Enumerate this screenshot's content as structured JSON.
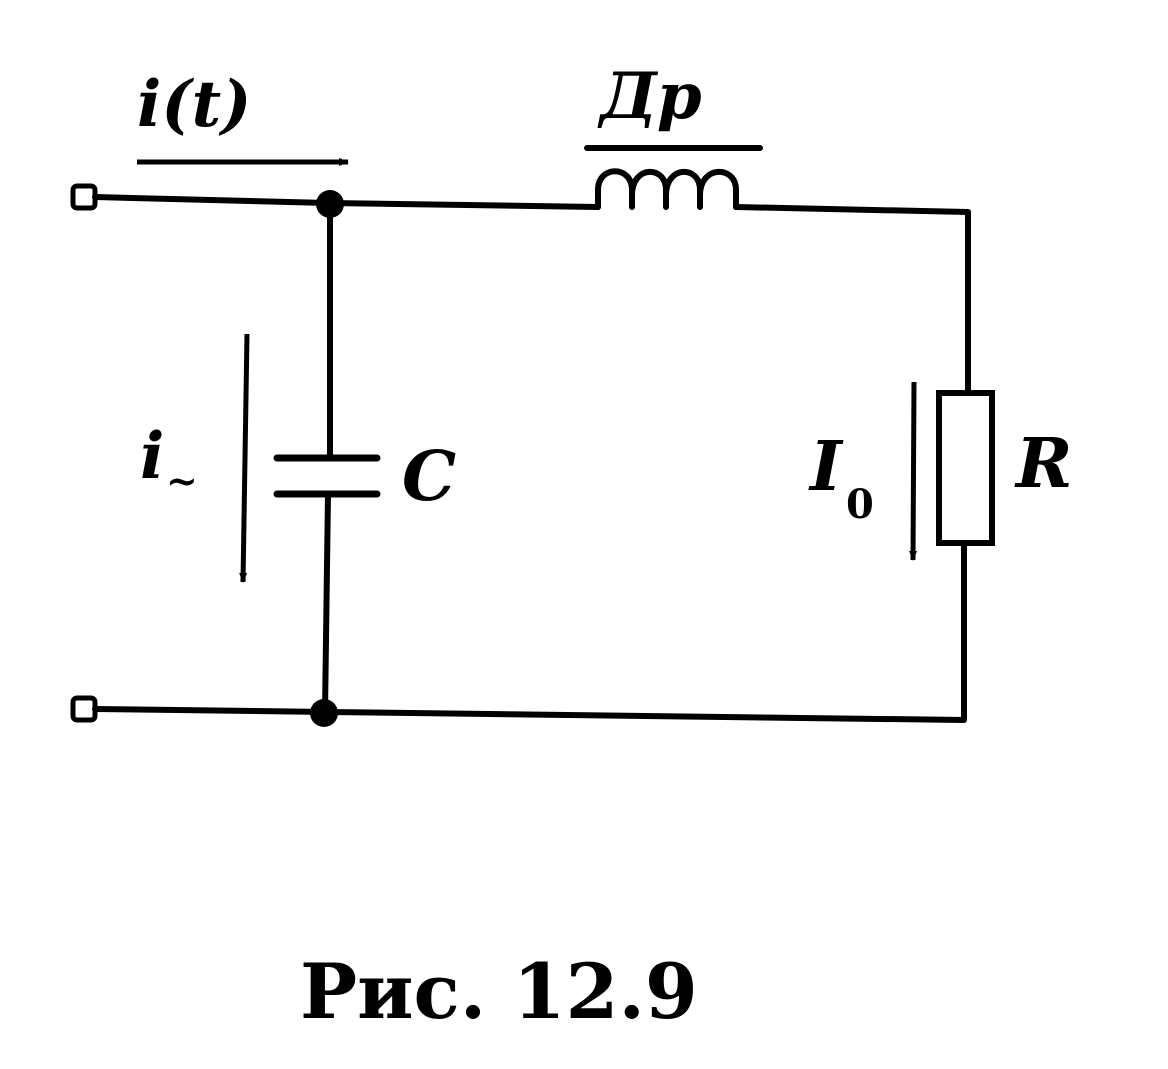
{
  "labels": {
    "current_input": "i(t)",
    "inductor": "Др",
    "current_ac": "i",
    "current_ac_sub": "~",
    "capacitor": "C",
    "current_dc": "I",
    "current_dc_sub": "0",
    "resistor": "R"
  },
  "caption": "Рис. 12.9"
}
